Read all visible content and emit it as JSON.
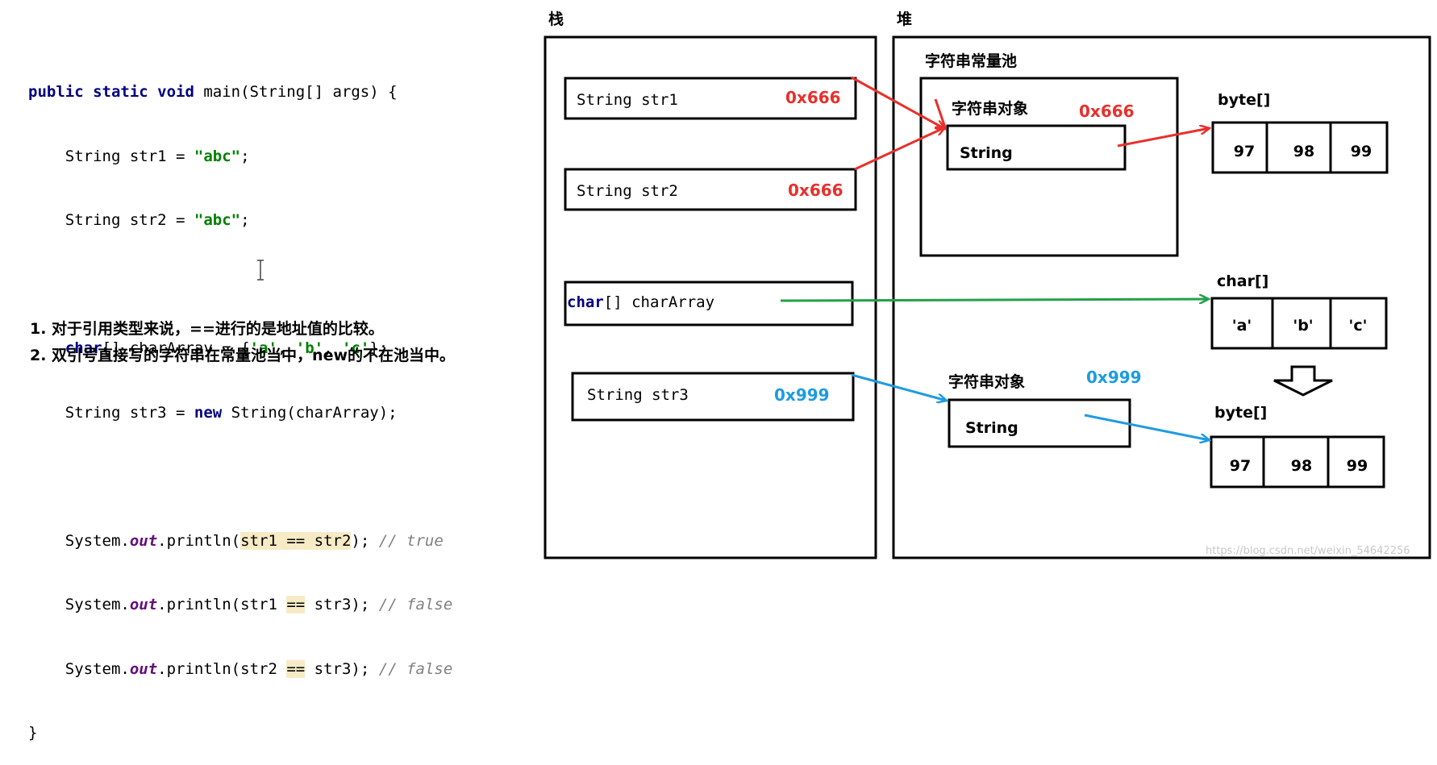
{
  "code": {
    "l1_kw": "public static void",
    "l1_rest": " main(String[] args) {",
    "l2_a": "    String str1 = ",
    "l2_str": "\"abc\"",
    "l2_b": ";",
    "l3_a": "    String str2 = ",
    "l3_str": "\"abc\"",
    "l3_b": ";",
    "l5_kw": "char",
    "l5_a": "[] charArray = {",
    "l5_s1": "'a'",
    "l5_c1": ", ",
    "l5_s2": "'b'",
    "l5_c2": ", ",
    "l5_s3": "'c'",
    "l5_b": "};",
    "l6_a": "    String str3 = ",
    "l6_kw": "new",
    "l6_b": " String(charArray);",
    "sys": "System.",
    "out": "out",
    "println": ".println(",
    "l8_expr": "str1 == str2",
    "l8_end": "); ",
    "l8_cmt": "// true",
    "l9_a": "str1 ",
    "l9_eq": "==",
    "l9_b": " str3",
    "l9_end": "); ",
    "l9_cmt": "// false",
    "l10_a": "str2 ",
    "l10_eq": "==",
    "l10_b": " str3",
    "l10_end": "); ",
    "l10_cmt": "// false",
    "l11": "}"
  },
  "notes": [
    "1. 对于引用类型来说，==进行的是地址值的比较。",
    "2. 双引号直接写的字符串在常量池当中，new的不在池当中。"
  ],
  "diagram": {
    "stack_title": "栈",
    "heap_title": "堆",
    "pool_title": "字符串常量池",
    "stack_vars": {
      "str1": {
        "label": "String str1",
        "addr": "0x666"
      },
      "str2": {
        "label": "String str2",
        "addr": "0x666"
      },
      "chararray_kw": "char",
      "chararray_rest": "[] charArray",
      "str3": {
        "label": "String str3",
        "addr": "0x999"
      }
    },
    "pool_object": {
      "title": "字符串对象",
      "addr": "0x666",
      "type": "String"
    },
    "new_object": {
      "title": "字符串对象",
      "addr": "0x999",
      "type": "String"
    },
    "byte_label_1": "byte[]",
    "byte_values_1": [
      "97",
      "98",
      "99"
    ],
    "char_label": "char[]",
    "char_values": [
      "'a'",
      "'b'",
      "'c'"
    ],
    "byte_label_2": "byte[]",
    "byte_values_2": [
      "97",
      "98",
      "99"
    ]
  },
  "colors": {
    "red_arrow": "#e8302c",
    "green_arrow": "#23a04a",
    "blue_arrow": "#1e9be0"
  },
  "watermark": "https://blog.csdn.net/weixin_54642256"
}
